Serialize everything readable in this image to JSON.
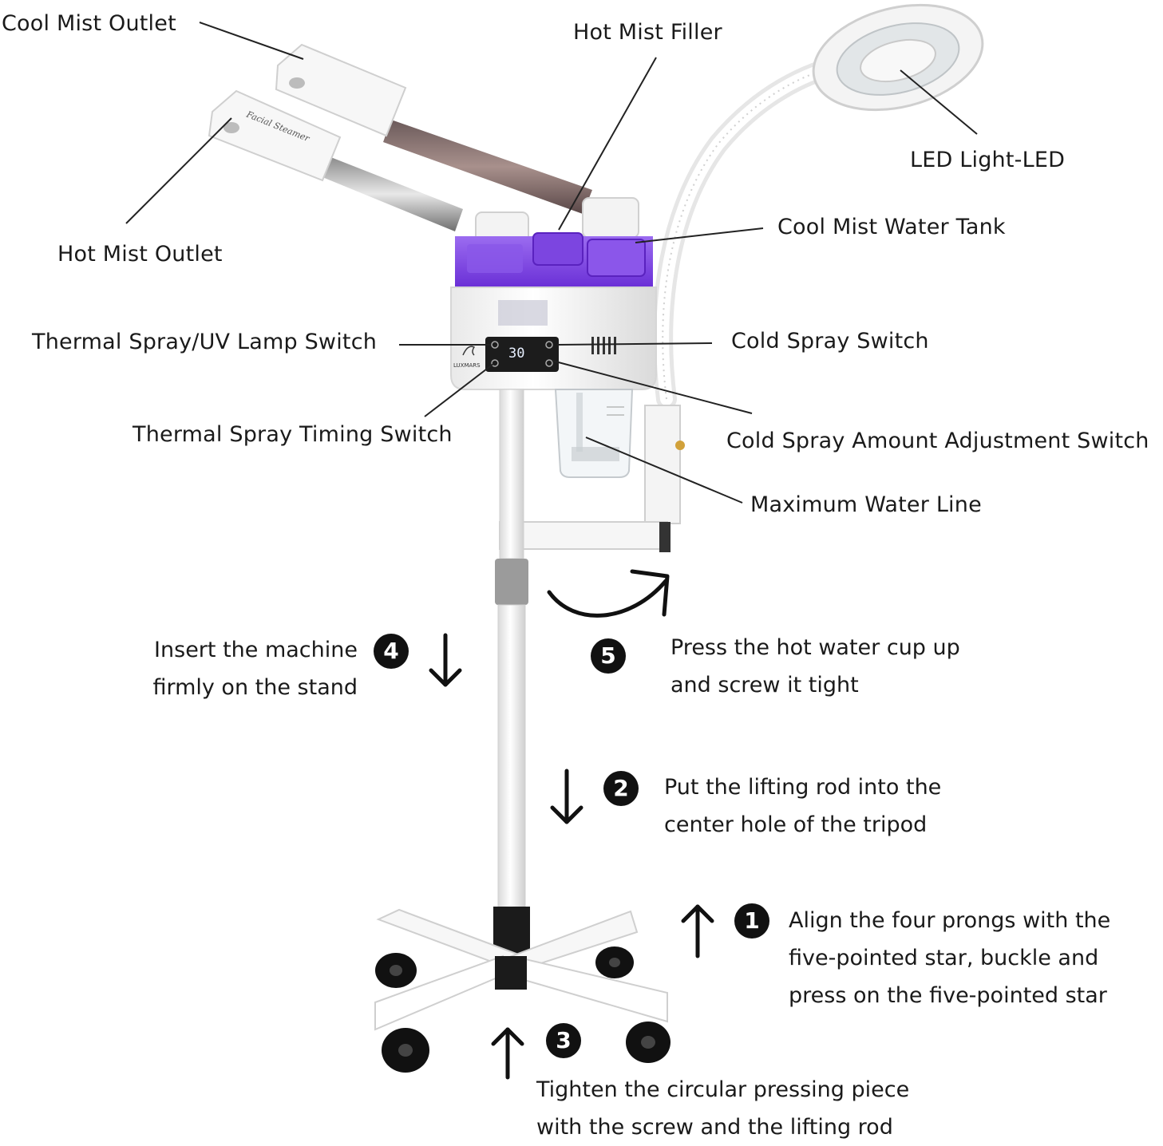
{
  "labels": {
    "cool_mist_outlet": "Cool Mist Outlet",
    "hot_mist_filler": "Hot Mist Filler",
    "led_light": "LED Light-LED",
    "hot_mist_outlet": "Hot Mist Outlet",
    "cool_mist_water_tank": "Cool Mist Water Tank",
    "thermal_spray_uv_switch": "Thermal Spray/UV Lamp Switch",
    "cold_spray_switch": "Cold Spray Switch",
    "thermal_spray_timing_switch": "Thermal Spray Timing Switch",
    "cold_spray_amount_switch": "Cold Spray Amount Adjustment Switch",
    "maximum_water_line": "Maximum Water Line"
  },
  "device": {
    "display_reading": "30",
    "brand": "LUXMARS",
    "arm_text": "Facial Steamer",
    "body_color": "#7b3fe4",
    "frame_color": "#ffffff"
  },
  "steps": [
    {
      "number": "1",
      "lines": [
        "Align the four prongs with the",
        "five-pointed star, buckle and",
        "press on the five-pointed star"
      ],
      "arrow": "up"
    },
    {
      "number": "2",
      "lines": [
        "Put the lifting rod into the",
        "center hole of the tripod"
      ],
      "arrow": "down"
    },
    {
      "number": "3",
      "lines": [
        "Tighten the circular pressing piece",
        "with the screw and the lifting rod"
      ],
      "arrow": "up"
    },
    {
      "number": "4",
      "lines": [
        "Insert the machine",
        "firmly on the stand"
      ],
      "arrow": "down"
    },
    {
      "number": "5",
      "lines": [
        "Press the hot water cup up",
        "and screw it tight"
      ],
      "arrow": "curved"
    }
  ]
}
